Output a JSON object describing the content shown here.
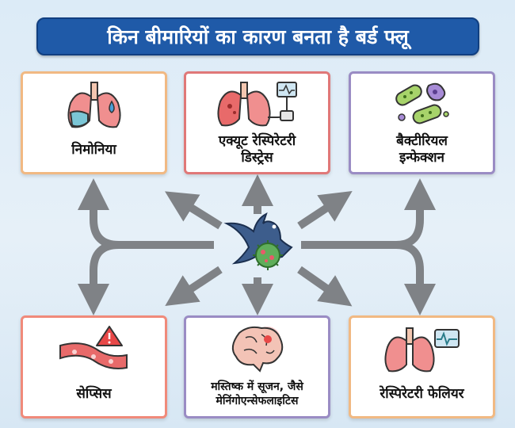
{
  "header": {
    "title": "किन बीमारियों का कारण बनता है बर्ड फ्लू"
  },
  "cards": {
    "pneumonia": {
      "label": "निमोनिया",
      "icon": "lungs-icon"
    },
    "ards": {
      "label": "एक्यूट रेस्पिरेटरी\nडिस्ट्रेस",
      "icon": "lungs-monitor-icon"
    },
    "bacterial": {
      "label": "बैक्टीरियल\nइन्फेक्शन",
      "icon": "bacteria-icon"
    },
    "sepsis": {
      "label": "सेप्सिस",
      "icon": "blood-vessel-warning-icon"
    },
    "brain": {
      "label": "मस्तिष्क में सूजन, जैसे\nमेनिंगोएन्सेफलाइटिस",
      "icon": "brain-icon"
    },
    "respfail": {
      "label": "रेस्पिरेटरी फेलियर",
      "icon": "lungs-heart-monitor-icon"
    }
  },
  "center": {
    "icon": "bird-virus-icon"
  },
  "colors": {
    "title_bg": "#1f5aa8",
    "arrow": "#7f8286"
  }
}
